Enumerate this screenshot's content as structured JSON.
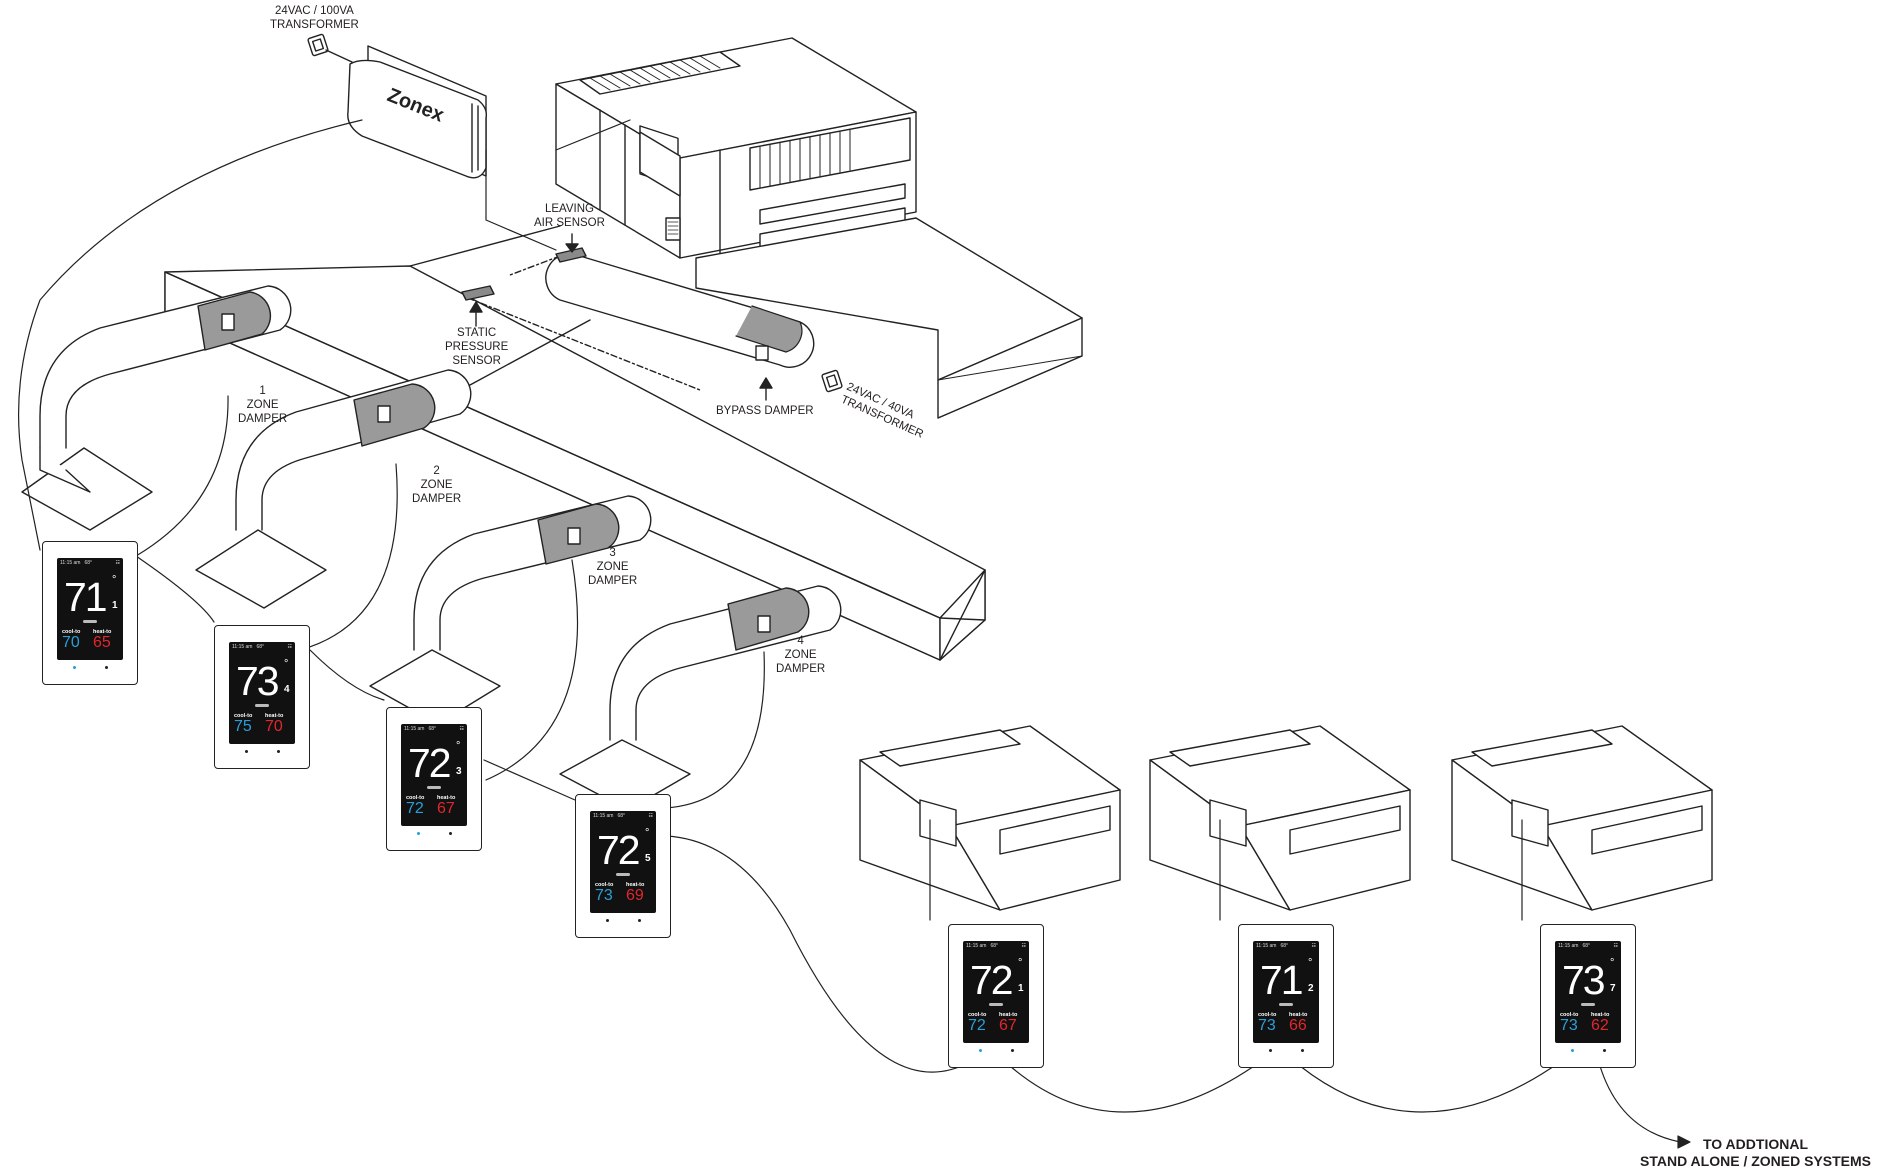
{
  "labels": {
    "transformer_100": "24VAC / 100VA\nTRANSFORMER",
    "transformer_40": "24VAC / 40VA\nTRANSFORMER",
    "leaving_air": "LEAVING\nAIR SENSOR",
    "static_pressure": "STATIC\nPRESSURE\nSENSOR",
    "bypass": "BYPASS DAMPER",
    "zone1": "1\nZONE\nDAMPER",
    "zone2": "2\nZONE\nDAMPER",
    "zone3": "3\nZONE\nDAMPER",
    "zone4": "4\nZONE\nDAMPER",
    "additional": "TO ADDTIONAL\nSTAND ALONE / ZONED SYSTEMS",
    "brand": "Zonex"
  },
  "colors": {
    "cool": "#2a9fd8",
    "heat": "#e3262d",
    "screen": "#111111"
  },
  "thermostats": [
    {
      "time": "11:15 am",
      "outdoor": "68°",
      "temp": "71",
      "zone": "1",
      "cool_label": "cool-to",
      "heat_label": "heat-to",
      "cool": "70",
      "heat": "65"
    },
    {
      "time": "11:15 am",
      "outdoor": "68°",
      "temp": "73",
      "zone": "4",
      "cool_label": "cool-to",
      "heat_label": "heat-to",
      "cool": "75",
      "heat": "70"
    },
    {
      "time": "11:15 am",
      "outdoor": "68°",
      "temp": "72",
      "zone": "3",
      "cool_label": "cool-to",
      "heat_label": "heat-to",
      "cool": "72",
      "heat": "67"
    },
    {
      "time": "11:15 am",
      "outdoor": "68°",
      "temp": "72",
      "zone": "5",
      "cool_label": "cool-to",
      "heat_label": "heat-to",
      "cool": "73",
      "heat": "69"
    },
    {
      "time": "11:15 am",
      "outdoor": "68°",
      "temp": "72",
      "zone": "1",
      "cool_label": "cool-to",
      "heat_label": "heat-to",
      "cool": "72",
      "heat": "67"
    },
    {
      "time": "11:15 am",
      "outdoor": "68°",
      "temp": "71",
      "zone": "2",
      "cool_label": "cool-to",
      "heat_label": "heat-to",
      "cool": "73",
      "heat": "66"
    },
    {
      "time": "11:15 am",
      "outdoor": "68°",
      "temp": "73",
      "zone": "7",
      "cool_label": "cool-to",
      "heat_label": "heat-to",
      "cool": "73",
      "heat": "62"
    }
  ]
}
